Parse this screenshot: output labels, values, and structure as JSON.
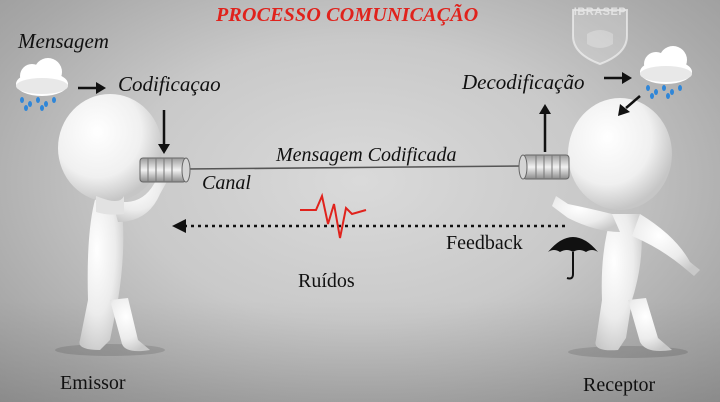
{
  "title": "PROCESSO COMUNICAÇÃO",
  "labels": {
    "mensagem": "Mensagem",
    "codificacao": "Codificaçao",
    "decodificacao": "Decodificação",
    "mensagem_codificada": "Mensagem Codificada",
    "canal": "Canal",
    "feedback": "Feedback",
    "ruidos": "Ruídos",
    "emissor": "Emissor",
    "receptor": "Receptor"
  },
  "watermark": "IBRASEP",
  "colors": {
    "title": "#e0221c",
    "noise": "#e0221c",
    "cloud": "#ffffff",
    "rain": "#2f86d8",
    "arrow": "#111111",
    "figure": "#f4f4f4"
  },
  "icons": [
    "rain-cloud-icon",
    "umbrella-icon",
    "noise-wave-icon",
    "tin-can-phone-icon"
  ]
}
